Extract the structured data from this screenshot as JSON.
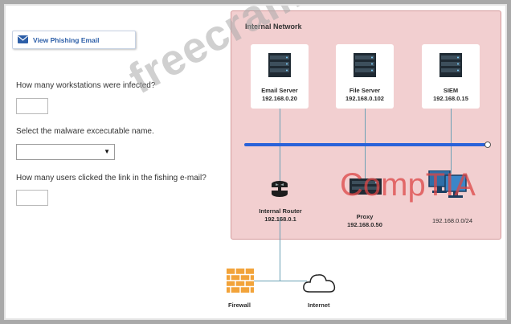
{
  "phishing_button": {
    "label": "View Phishing Email",
    "icon": "envelope-icon"
  },
  "questions": [
    {
      "text": "How many workstations were infected?"
    },
    {
      "text": "Select the malware excecutable name."
    },
    {
      "text": "How many users clicked the link in the fishing e-mail?"
    }
  ],
  "network": {
    "title": "Internal Network",
    "servers": [
      {
        "name": "Email Server",
        "ip": "192.168.0.20"
      },
      {
        "name": "File Server",
        "ip": "192.168.0.102"
      },
      {
        "name": "SIEM",
        "ip": "192.168.0.15"
      }
    ],
    "router": {
      "name": "Internal Router",
      "ip": "192.168.0.1"
    },
    "proxy": {
      "name": "Proxy",
      "ip": "192.168.0.50"
    },
    "workstations": {
      "ip": "192.168.0.0/24"
    },
    "firewall": {
      "name": "Firewall"
    },
    "internet": {
      "name": "Internet"
    }
  },
  "watermarks": {
    "site": "freecram.net",
    "brand": "CompTIA"
  },
  "colors": {
    "network_bg": "#f2cfd0",
    "bus": "#2a62d9",
    "button_text": "#2d5fa8",
    "firewall": "#f2a33a"
  }
}
